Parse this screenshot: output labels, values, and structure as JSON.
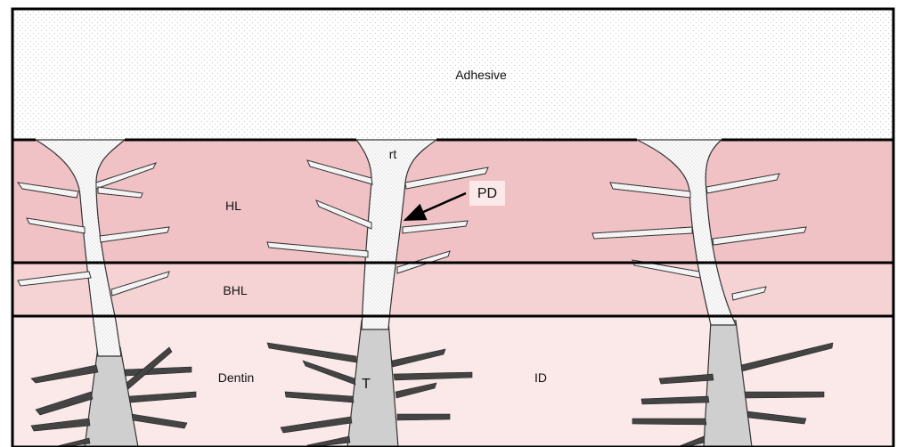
{
  "labels": {
    "adhesive": "Adhesive",
    "rt": "rt",
    "pd": "PD",
    "hl": "HL",
    "bhl": "BHL",
    "dentin": "Dentin",
    "t": "T",
    "id": "ID"
  },
  "colors": {
    "adhesive": "#ffffff",
    "hybrid_layer": "#f0c2c6",
    "base_hybrid_layer": "#f5d2d3",
    "dentin": "#fbe9ea",
    "resin_tag_fill": "#fafafa",
    "resin_tag_stipple": "#c9c9c9",
    "dentin_tubule": "#cfcfcf",
    "dark_branch": "#444444",
    "outline": "#000000"
  }
}
